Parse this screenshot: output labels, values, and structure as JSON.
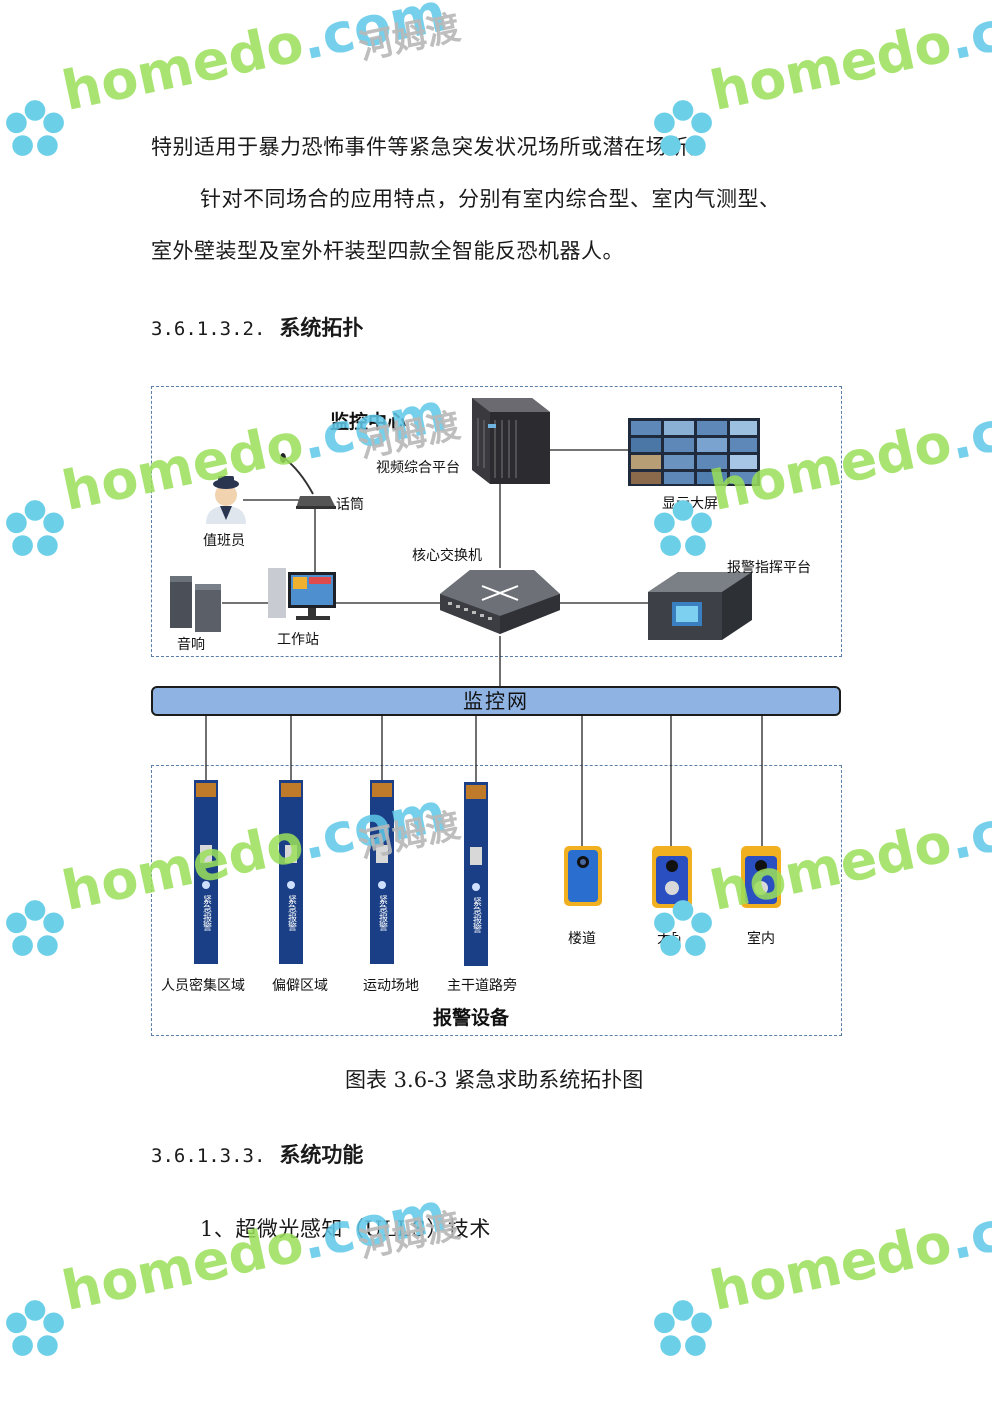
{
  "text": {
    "line1": "特别适用于暴力恐怖事件等紧急突发状况场所或潜在场所。",
    "line2": "针对不同场合的应用特点，分别有室内综合型、室内气测型、",
    "line3": "室外壁装型及室外杆装型四款全智能反恐机器人。"
  },
  "section1": {
    "number": "3.6.1.3.2.",
    "title": "系统拓扑"
  },
  "diagram": {
    "monitor_center": "监控中心",
    "video_platform": "视频综合平台",
    "display_screen": "显示大屏",
    "microphone": "话筒",
    "operator": "值班员",
    "core_switch": "核心交换机",
    "alarm_platform": "报警指挥平台",
    "speaker": "音响",
    "workstation": "工作站",
    "network": "监控网",
    "alarm_devices": "报警设备",
    "column_label": "紧急报警",
    "columns": [
      "人员密集区域",
      "偏僻区域",
      "运动场地",
      "主干道路旁"
    ],
    "boxes": [
      "楼道",
      "大厅",
      "室内"
    ]
  },
  "caption": "图表 3.6-3 紧急求助系统拓扑图",
  "section2": {
    "number": "3.6.1.3.3.",
    "title": "系统功能"
  },
  "item1": "1、超微光感知（ULLS）技术",
  "watermark": {
    "latin_a": "home",
    "latin_b": "do",
    "latin_c": ".com",
    "chinese": "河姆渡"
  },
  "colors": {
    "network_bar": "#8fb4e3",
    "watermark_green": "#9be05a",
    "watermark_blue": "#5fc8e8"
  }
}
